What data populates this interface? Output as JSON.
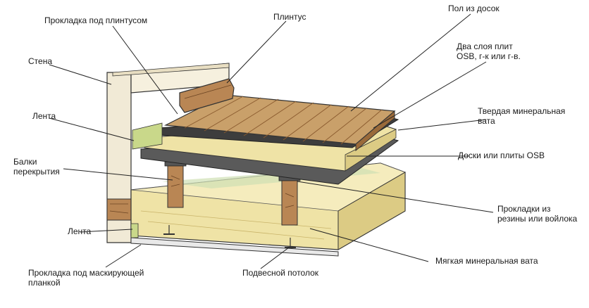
{
  "labels": {
    "baseboard_pad": "Прокладка под плинтусом",
    "baseboard": "Плинтус",
    "plank_floor": "Пол из досок",
    "osb_layers": "Два слоя плит\nOSB, г-к или г-в.",
    "wall": "Стена",
    "tape_top": "Лента",
    "hard_wool": "Твердая минеральная\nвата",
    "boards_osb": "Доски или плиты OSB",
    "joists": "Балки\nперекрытия",
    "rubber_pads": "Прокладки из\nрезины или войлока",
    "tape_bottom": "Лента",
    "soft_wool": "Мягкая минеральная вата",
    "strip_pad": "Прокладка под маскирующей\nпланкой",
    "ceiling": "Подвесной потолок"
  },
  "colors": {
    "wood": "#c9a06a",
    "wood_dark": "#9a6a3a",
    "wool": "#efe3a6",
    "wool_shade": "#dccb84",
    "board_dark": "#4a4a4a",
    "wall": "#f1ead6",
    "line": "#222222"
  }
}
